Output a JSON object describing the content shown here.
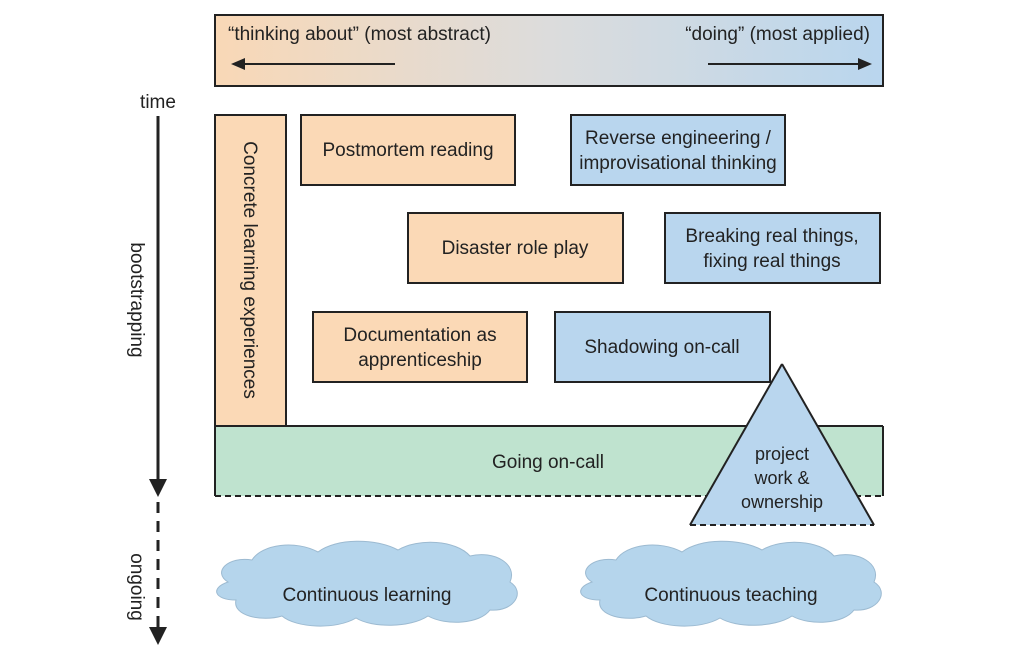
{
  "header": {
    "left_label": "“thinking about” (most abstract)",
    "right_label": "“doing” (most applied)"
  },
  "axis": {
    "time_label": "time",
    "bootstrapping_label": "bootstrapping",
    "ongoing_label": "ongoing"
  },
  "boxes": {
    "concrete_learning": "Concrete learning experiences",
    "postmortem_reading": "Postmortem reading",
    "reverse_engineering_line1": "Reverse engineering /",
    "reverse_engineering_line2": "improvisational thinking",
    "disaster_role_play": "Disaster role play",
    "breaking_real_things_line1": "Breaking real things,",
    "breaking_real_things_line2": "fixing real things",
    "documentation_line1": "Documentation as",
    "documentation_line2": "apprenticeship",
    "shadowing_on_call": "Shadowing on-call",
    "going_on_call": "Going on-call"
  },
  "triangle": {
    "line1": "project",
    "line2": "work &",
    "line3": "ownership"
  },
  "clouds": {
    "continuous_learning": "Continuous learning",
    "continuous_teaching": "Continuous teaching"
  },
  "colors": {
    "orange_fill": "#fbd9b6",
    "blue_fill": "#b9d6ee",
    "green_fill": "#bfe3cf",
    "cloud_fill": "#b5d5ec",
    "stroke": "#222222"
  }
}
